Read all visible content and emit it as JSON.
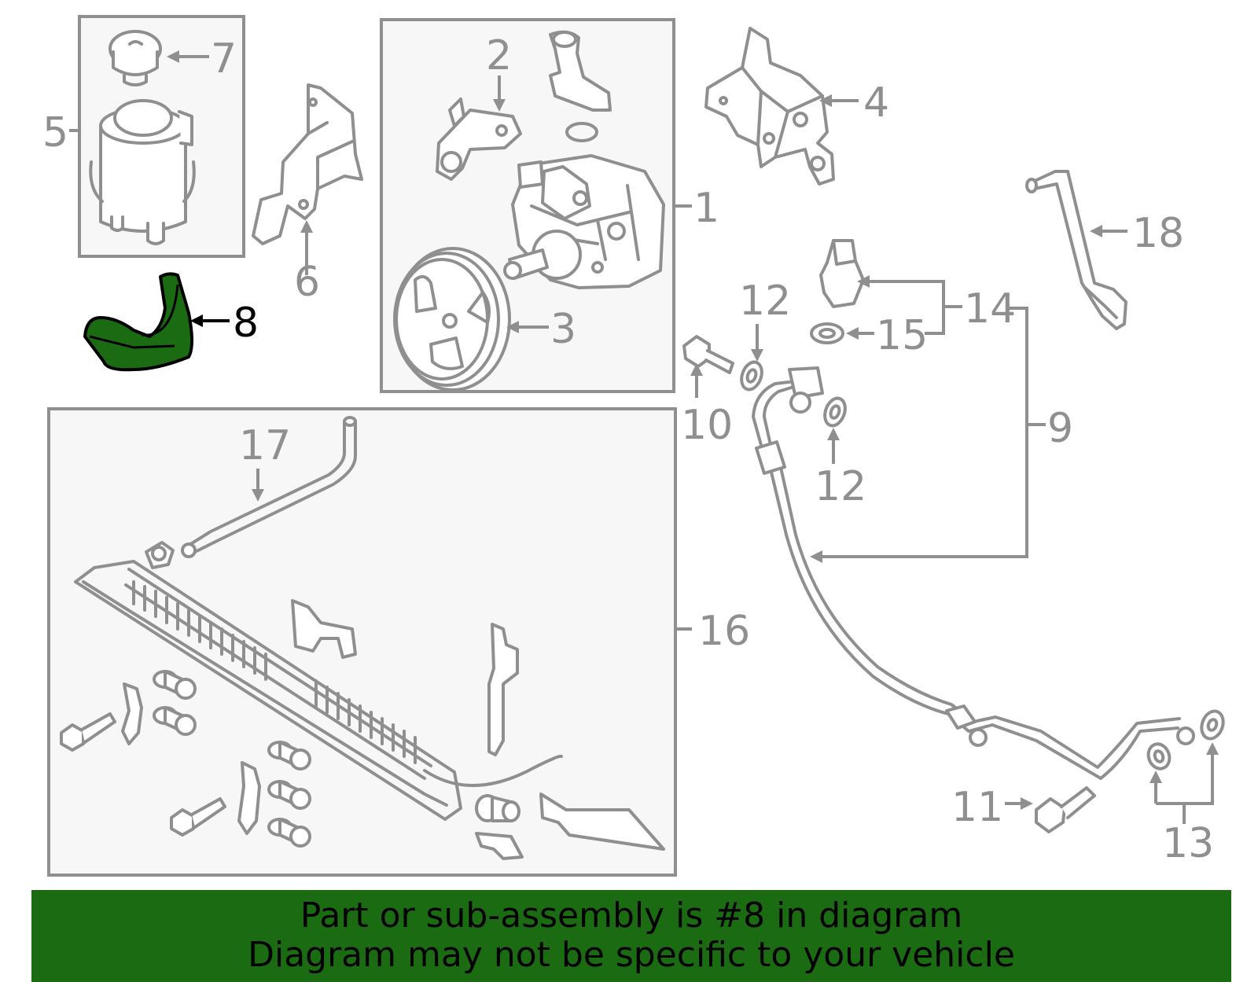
{
  "highlight_color": "#1a6b12",
  "highlighted_part": "8",
  "callouts": {
    "p1": "1",
    "p2": "2",
    "p3": "3",
    "p4": "4",
    "p5": "5",
    "p6": "6",
    "p7": "7",
    "p8": "8",
    "p9": "9",
    "p10": "10",
    "p11": "11",
    "p12a": "12",
    "p12b": "12",
    "p13": "13",
    "p14": "14",
    "p15": "15",
    "p16": "16",
    "p17": "17",
    "p18": "18"
  },
  "banner": {
    "line1": "Part or sub-assembly is #8 in diagram",
    "line2": "Diagram may not be specific to your vehicle"
  }
}
